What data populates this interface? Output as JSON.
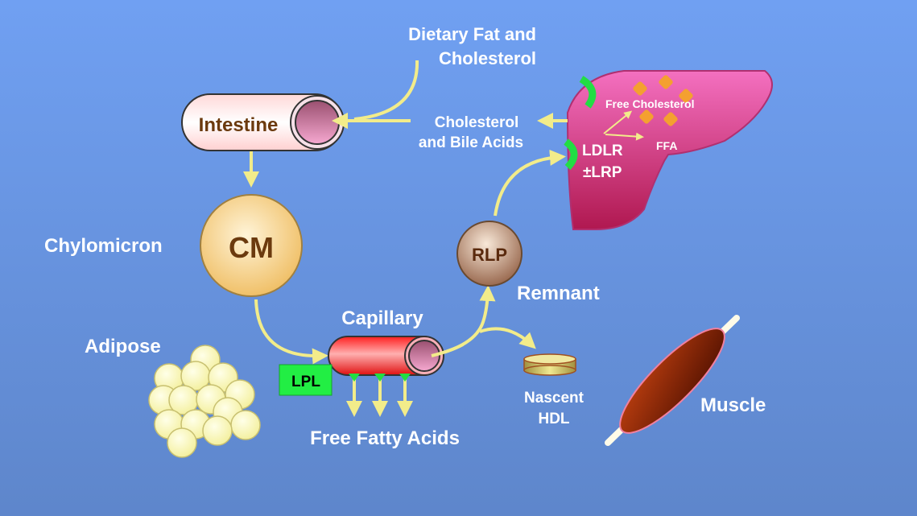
{
  "colors": {
    "background_top": "#6f9ef0",
    "background_bottom": "#5f86cc",
    "arrow": "#f2ec8a",
    "liver": "#d4438a",
    "receptor": "#22dd44",
    "text": "#ffffff",
    "label_dark": "#6b3a0e"
  },
  "labels": {
    "dietary_line1": "Dietary Fat and",
    "dietary_line2": "Cholesterol",
    "intestine": "Intestine",
    "bile_line1": "Cholesterol",
    "bile_line2": "and Bile Acids",
    "free_cholesterol": "Free Cholesterol",
    "ffa": "FFA",
    "ldlr": "LDLR",
    "lrp": "±LRP",
    "chylomicron": "Chylomicron",
    "cm": "CM",
    "rlp": "RLP",
    "remnant": "Remnant",
    "capillary": "Capillary",
    "adipose": "Adipose",
    "lpl": "LPL",
    "free_fatty_acids": "Free Fatty Acids",
    "nascent": "Nascent",
    "hdl": "HDL",
    "muscle": "Muscle"
  }
}
